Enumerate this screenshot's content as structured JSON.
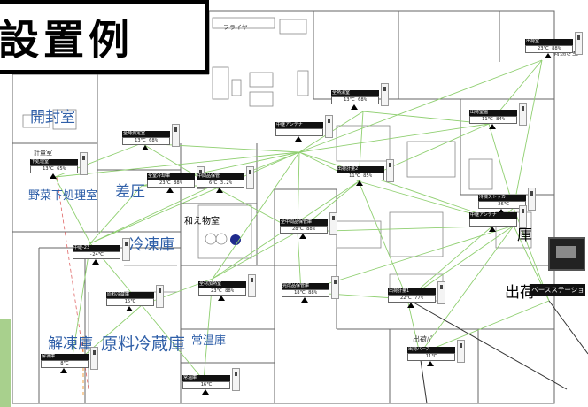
{
  "title": "設置例",
  "rooms": {
    "kaifu": "開封室",
    "keiryo": "計量室",
    "yasai": "野菜下処理室",
    "sa": "差圧",
    "reitou": "冷凍庫",
    "wairi": "和え物室",
    "kaitou": "解凍庫",
    "genryo": "原料冷蔵庫",
    "jouon": "常温庫",
    "shukka": "出荷",
    "ko": "庫",
    "shukkaba": "出荷ﾊﾞ",
    "frier": "フライヤー",
    "nimotsu": "荷捌き室"
  },
  "base_station": "ベースステーション",
  "sensors": [
    {
      "name": "全熱湯室",
      "value": "13℃ 68%"
    },
    {
      "name": "中継アンテナ",
      "value": ""
    },
    {
      "name": "全時測定室",
      "value": "13℃ 68%"
    },
    {
      "name": "出荷室温",
      "value": "11℃ 84%"
    },
    {
      "name": "出荷室",
      "value": "23℃ 88%"
    },
    {
      "name": "下処理室",
      "value": "13℃ 65%"
    },
    {
      "name": "全室冷却庫",
      "value": "23℃ 88%"
    },
    {
      "name": "中間品保管",
      "value": "6℃ 3.2%"
    },
    {
      "name": "出荷計量2",
      "value": "11℃ 85%"
    },
    {
      "name": "冷凍ストッカー",
      "value": "-26℃"
    },
    {
      "name": "中継アンテナ",
      "value": ""
    },
    {
      "name": "中継-23",
      "value": "-24℃"
    },
    {
      "name": "全中間品保管庫",
      "value": "28℃ 88%"
    },
    {
      "name": "全材加熱室",
      "value": "23℃ 88%"
    },
    {
      "name": "原料冷蔵庫",
      "value": "15℃"
    },
    {
      "name": "完成品保管庫",
      "value": "18℃ 88%"
    },
    {
      "name": "出荷計量1",
      "value": "22℃ 77%"
    },
    {
      "name": "解凍庫",
      "value": "8℃"
    },
    {
      "name": "出荷バース",
      "value": "11℃"
    },
    {
      "name": "常温庫",
      "value": "16℃"
    }
  ]
}
